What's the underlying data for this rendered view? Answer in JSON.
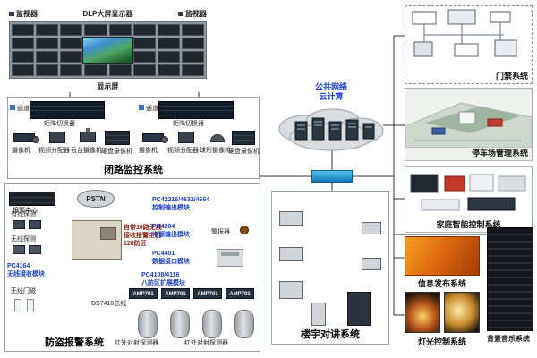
{
  "cctv": {
    "monitor_label_left": "监视器",
    "monitor_label_right": "监视器",
    "dlp_title": "DLP大屏显示器",
    "display_label": "显示屏",
    "title": "闭路监控系统",
    "left_group": {
      "channel": "通道",
      "matrix": "矩阵切换器",
      "camera": "摄像机",
      "distributor": "视频分配器",
      "ptz": "云台摄像机",
      "dvr": "硬盘录像机"
    },
    "right_group": {
      "channel": "通道",
      "matrix": "矩阵切换器",
      "camera": "摄像机",
      "distributor": "视频分配器",
      "dome": "球形摄像机",
      "dvr": "硬盘录像机"
    }
  },
  "alarm": {
    "title": "防盗报警系统",
    "center_label": "报警中心",
    "pstn": "PSTN",
    "host_label": "自带16路无线\n接收报警主机\n128防区",
    "wired_label": "有线探测",
    "wireless_label": "无线探测",
    "pc4164_label": "PC4164\n无线接收模块",
    "door_magnet_label": "无线门磁",
    "output_module": "PC42216/4632/4664\n控制输出模块",
    "power_module": "PC4204\n电源输出模块",
    "siren_label": "警报器",
    "data_module": "PC4401\n数据接口模块",
    "expand_module": "PC4108/4116\n八防区扩展模块",
    "amp_labels": [
      "AMP701",
      "AMP701",
      "AMP701",
      "AMP701"
    ],
    "bus_label": "DS7410总线",
    "ir_label_left": "红外对射探测器",
    "ir_label_right": "红外对射探测器"
  },
  "cloud": {
    "line1": "公共网络",
    "line2": "云计算"
  },
  "intercom": {
    "title": "楼宇对讲系统"
  },
  "right_panels": {
    "access": {
      "title": "门禁系统"
    },
    "parking": {
      "title": "停车场管理系统"
    },
    "home": {
      "title": "家庭智能控制系统"
    },
    "info": {
      "title": "信息发布系统"
    },
    "light": {
      "title": "灯光控制系统"
    },
    "music": {
      "title": "背景音乐系统"
    }
  },
  "colors": {
    "wire": "#333333",
    "module_text_blue": "#1b3fc4",
    "host_text_red": "#8a2413",
    "cloud_text_blue": "#1a3fd4"
  }
}
